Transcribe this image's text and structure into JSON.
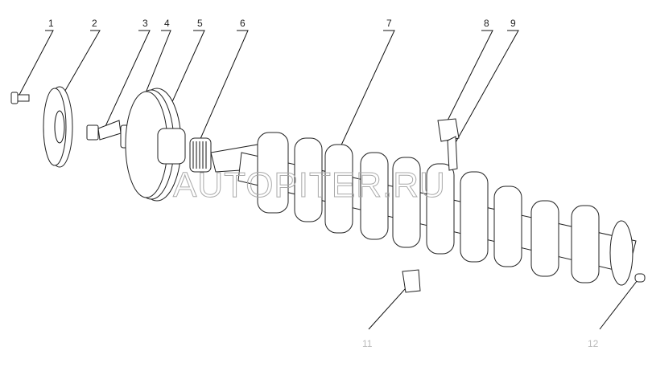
{
  "callouts": [
    "1",
    "2",
    "3",
    "4",
    "5",
    "6",
    "7",
    "8",
    "9"
  ],
  "bottom_callouts": [
    "11",
    "12"
  ],
  "watermark": "AUTOPITER.RU"
}
